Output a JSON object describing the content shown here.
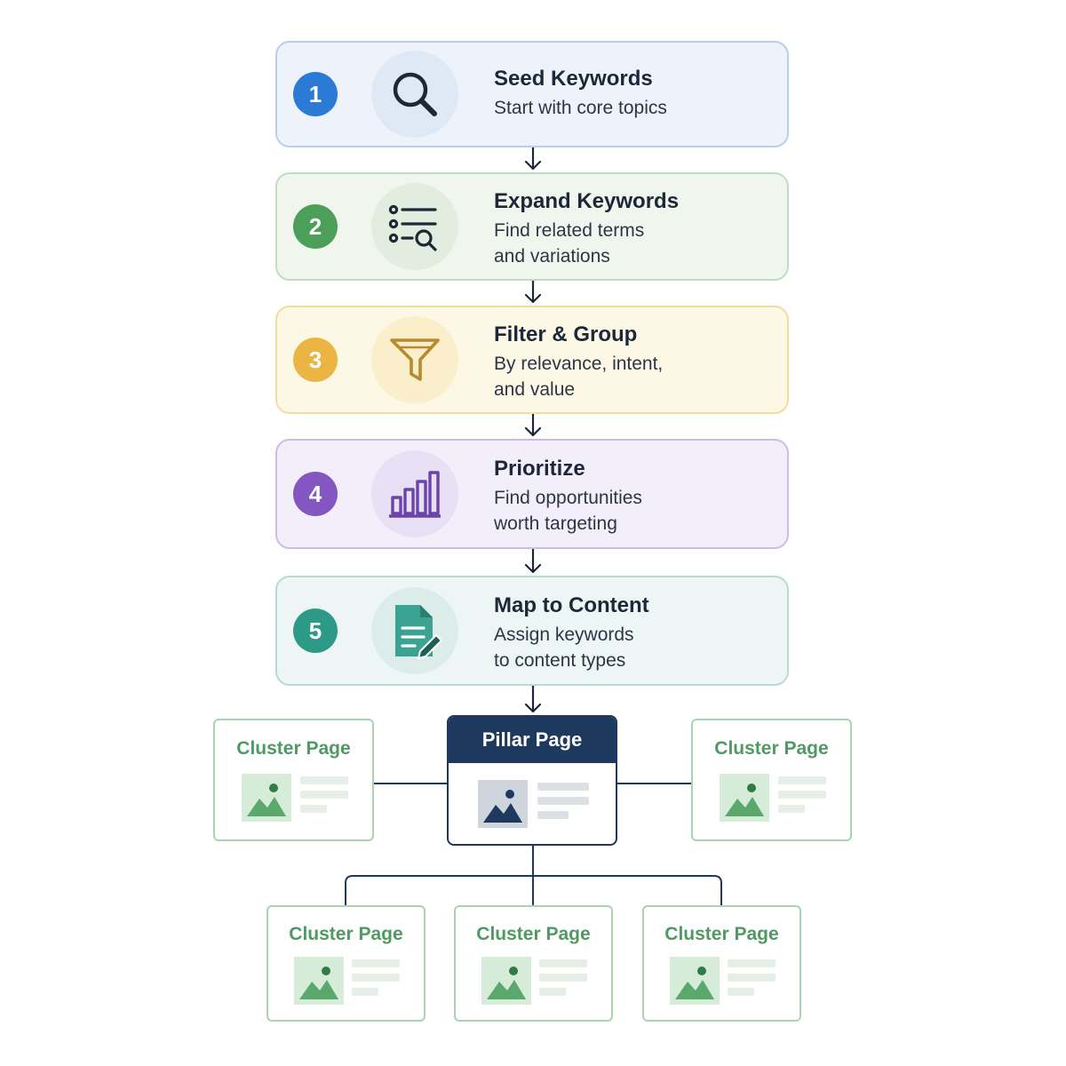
{
  "steps": [
    {
      "number": "1",
      "title": "Seed Keywords",
      "desc": "Start with core topics",
      "icon": "magnifier-icon",
      "accent": "#2b7bd6",
      "bg": "#eef3fb",
      "border": "#b9cfee",
      "iconBg": "#dfe9f6"
    },
    {
      "number": "2",
      "title": "Expand Keywords",
      "desc": "Find related terms\nand variations",
      "icon": "list-search-icon",
      "accent": "#4c9f59",
      "bg": "#f0f6ee",
      "border": "#c2dcc4",
      "iconBg": "#e2ede0"
    },
    {
      "number": "3",
      "title": "Filter & Group",
      "desc": "By relevance, intent,\nand value",
      "icon": "funnel-icon",
      "accent": "#ecb442",
      "bg": "#fdf7e6",
      "border": "#f2dd9e",
      "iconBg": "#faeecb"
    },
    {
      "number": "4",
      "title": "Prioritize",
      "desc": "Find opportunities\nworth targeting",
      "icon": "bar-chart-icon",
      "accent": "#8456c2",
      "bg": "#f3effa",
      "border": "#cdbde6",
      "iconBg": "#e8e0f4"
    },
    {
      "number": "5",
      "title": "Map to Content",
      "desc": "Assign keywords\nto content types",
      "icon": "document-edit-icon",
      "accent": "#2d9a88",
      "bg": "#edf6f4",
      "border": "#b7dbd4",
      "iconBg": "#dcede9"
    }
  ],
  "pillar": {
    "label": "Pillar Page"
  },
  "clusters": [
    {
      "label": "Cluster Page"
    },
    {
      "label": "Cluster Page"
    },
    {
      "label": "Cluster Page"
    },
    {
      "label": "Cluster Page"
    },
    {
      "label": "Cluster Page"
    }
  ],
  "colors": {
    "navy": "#1d3a5e",
    "clusterGreen": "#4f9a62",
    "arrow": "#1c2838"
  }
}
